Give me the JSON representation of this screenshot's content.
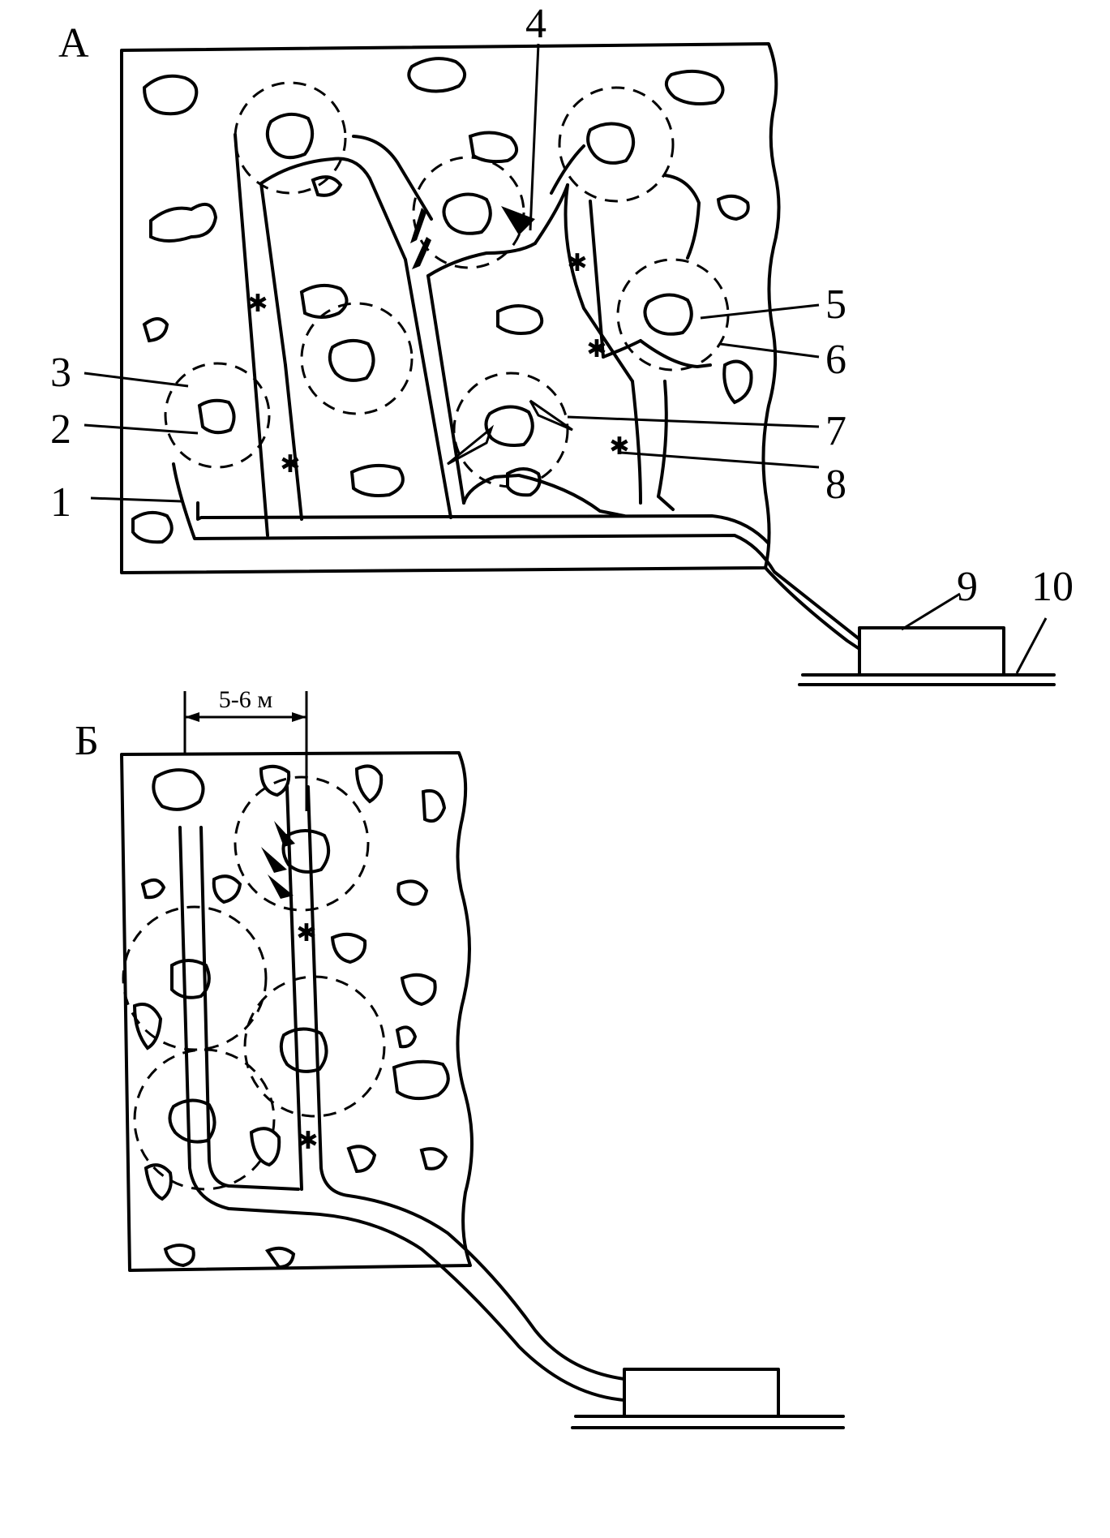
{
  "panels": {
    "a": {
      "title": "А"
    },
    "b": {
      "title": "Б",
      "spacing_label": "5-6 м"
    }
  },
  "callouts": [
    "1",
    "2",
    "3",
    "4",
    "5",
    "6",
    "7",
    "8",
    "9",
    "10"
  ]
}
